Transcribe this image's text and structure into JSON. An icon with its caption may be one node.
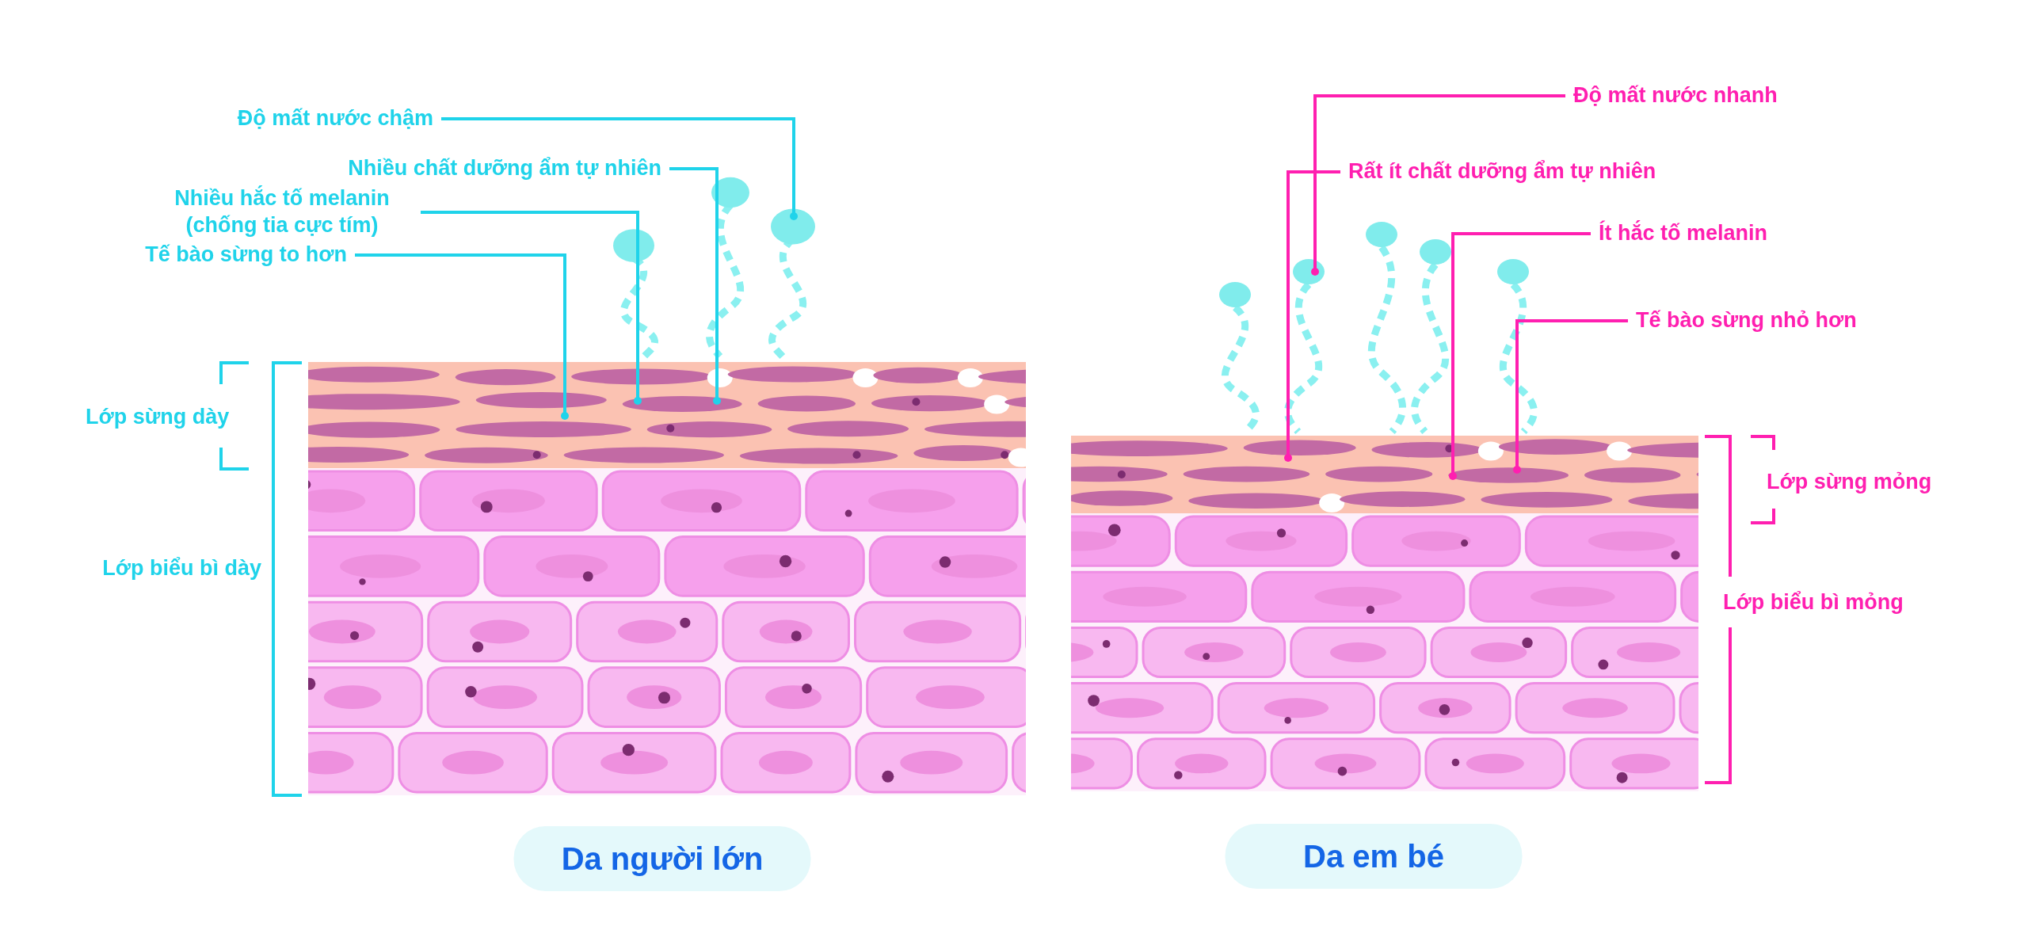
{
  "diagram": {
    "nodes": [
      {
        "text": [
          "Độ mất nước chậm"
        ]
      },
      {
        "text": [
          "Nhiều chất dưỡng ẩm tự nhiên"
        ]
      },
      {
        "text": [
          "Nhiều hắc tố melanin (chống tia cực tím)"
        ]
      },
      {
        "text": [
          "Tế bào sừng to hơn"
        ]
      },
      {
        "text": [
          "Độ mất nước nhanh"
        ]
      },
      {
        "text": [
          "Rất ít chất dưỡng ẩm tự nhiên"
        ]
      },
      {
        "text": [
          "Ít hắc tố melanin"
        ]
      },
      {
        "text": [
          "Tế bào sừng nhỏ hơn"
        ]
      },
      {
        "text": [
          "Da người lớn"
        ]
      },
      {
        "text": [
          "Da em bé"
        ]
      },
      {
        "text": [],
        "shape": "picture"
      },
      {
        "text": [],
        "shape": "picture"
      }
    ],
    "edges": [
      {
        "from": 0,
        "to": 10,
        "arrow": "other"
      },
      {
        "from": 1,
        "to": 10,
        "arrow": "other"
      },
      {
        "from": 2,
        "to": 10,
        "arrow": "other"
      },
      {
        "from": 3,
        "to": 10,
        "arrow": "other"
      },
      {
        "from": 4,
        "to": 11,
        "arrow": "other",
        "color": "#ff1fb0"
      },
      {
        "from": 5,
        "to": 11,
        "arrow": "other",
        "color": "#ff1fb0"
      },
      {
        "from": 6,
        "to": 11,
        "arrow": "other",
        "color": "#ff1fb0"
      },
      {
        "from": 7,
        "to": 11,
        "arrow": "other",
        "color": "#ff1fb0"
      }
    ],
    "labels": [
      "Lớp sừng dày",
      "Lớp biểu bì dày",
      "Lớp sừng mỏng",
      "Lớp biểu bì mỏng"
    ]
  }
}
